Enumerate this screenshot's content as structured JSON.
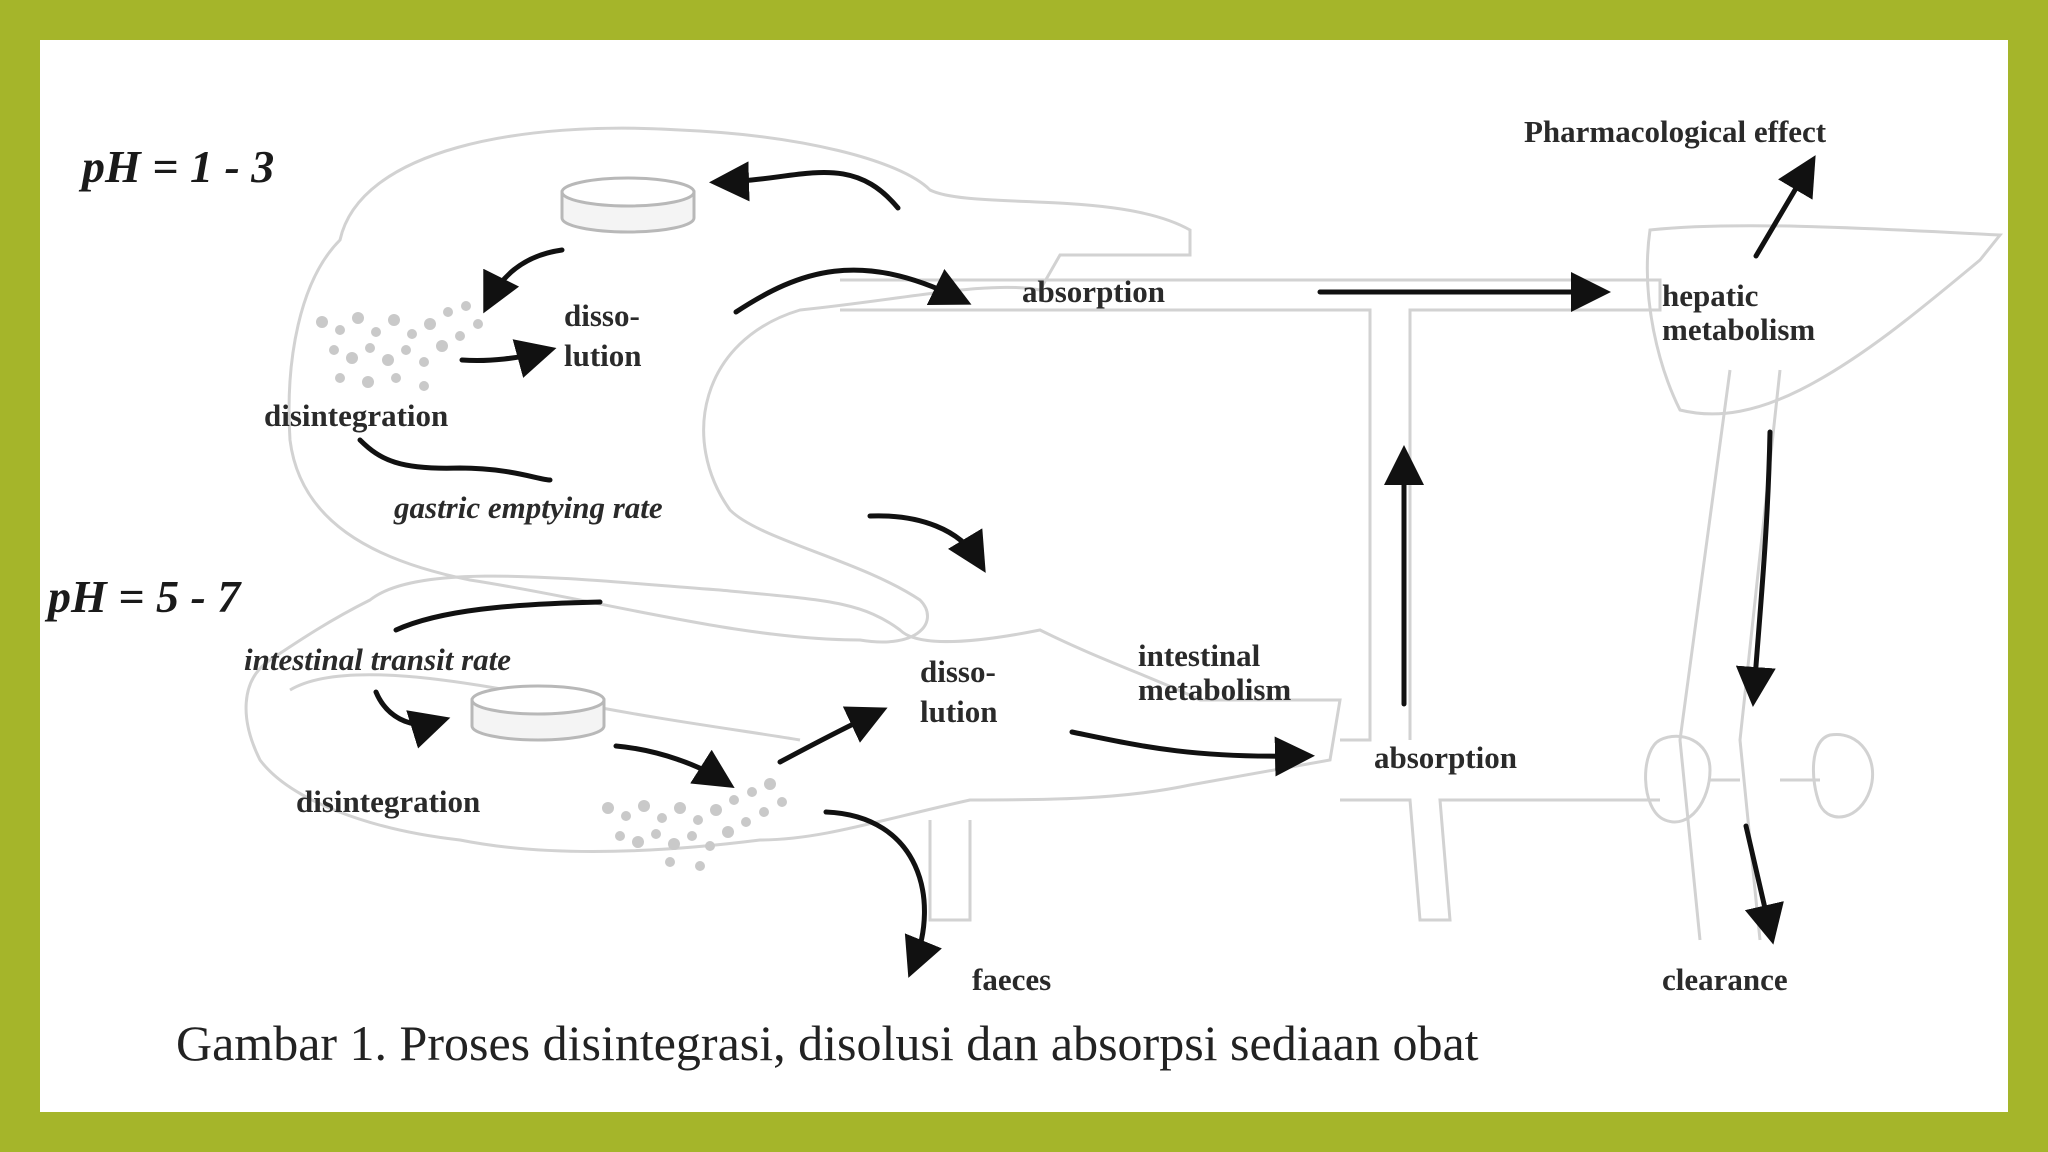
{
  "colors": {
    "frame": "#a5b52a",
    "panel": "#ffffff",
    "ink": "#111111",
    "outline": "#d2d2d2"
  },
  "labels": {
    "ph_stomach": "pH = 1 - 3",
    "ph_intestine": "pH = 5 - 7",
    "pharmacological_effect": "Pharmacological effect",
    "absorption_top": "absorption",
    "hepatic_line1": "hepatic",
    "hepatic_line2": "metabolism",
    "disso_top_line1": "disso-",
    "disso_top_line2": "lution",
    "disintegration_top": "disintegration",
    "gastric_emptying_rate": "gastric emptying rate",
    "intestinal_transit_rate": "intestinal transit rate",
    "disso_bottom_line1": "disso-",
    "disso_bottom_line2": "lution",
    "intestinal_metabolism_line1": "intestinal",
    "intestinal_metabolism_line2": "metabolism",
    "absorption_bottom": "absorption",
    "disintegration_bottom": "disintegration",
    "faeces": "faeces",
    "clearance": "clearance"
  },
  "caption": "Gambar 1. Proses disintegrasi, disolusi dan absorpsi sediaan obat"
}
